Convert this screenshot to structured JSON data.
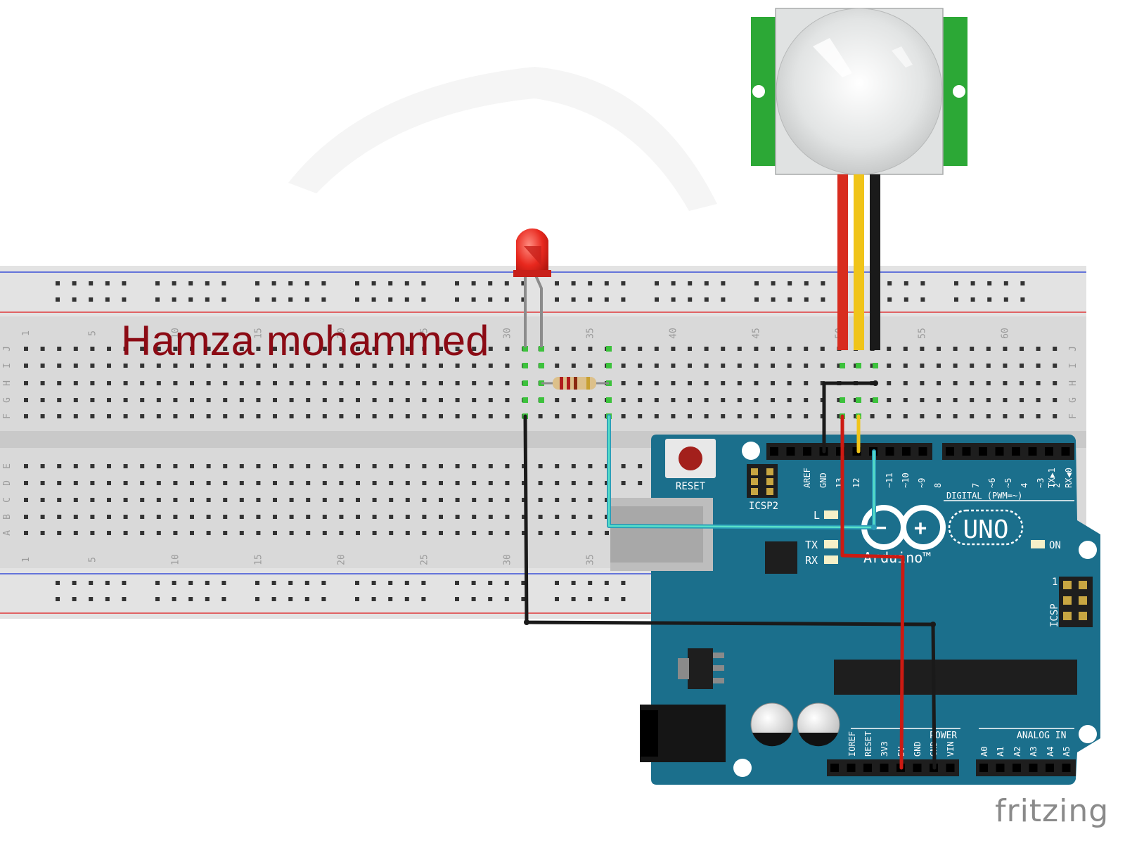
{
  "author_label": "Hamza mohammed",
  "brand": "fritzing",
  "breadboard": {
    "row_letters_top": [
      "J",
      "I",
      "H",
      "G",
      "F"
    ],
    "row_letters_bottom": [
      "E",
      "D",
      "C",
      "B",
      "A"
    ],
    "column_numbers": [
      "1",
      "5",
      "10",
      "15",
      "20",
      "25",
      "30",
      "35",
      "40",
      "45",
      "50",
      "55",
      "60"
    ]
  },
  "arduino": {
    "reset_label": "RESET",
    "icsp2_label": "ICSP2",
    "digital_pins": [
      "AREF",
      "GND",
      "13",
      "12",
      "~11",
      "~10",
      "~9",
      "8",
      "7",
      "~6",
      "~5",
      "4",
      "~3",
      "2",
      "TX▶1",
      "RX◀0"
    ],
    "digital_label": "DIGITAL (PWM=~)",
    "l_label": "L",
    "tx_label": "TX",
    "rx_label": "RX",
    "on_label": "ON",
    "model": "UNO",
    "brand": "Arduino™",
    "icsp_label": "ICSP",
    "icsp_pin1": "1",
    "power_pins": [
      "IOREF",
      "RESET",
      "3V3",
      "5V",
      "GND",
      "GND",
      "VIN"
    ],
    "power_label": "POWER",
    "analog_pins": [
      "A0",
      "A1",
      "A2",
      "A3",
      "A4",
      "A5"
    ],
    "analog_label": "ANALOG IN"
  },
  "colors": {
    "board_teal": "#1b6f8c",
    "wire_red": "#d82c1f",
    "wire_yellow": "#f0c419",
    "wire_black": "#1a1a1a",
    "wire_cyan": "#3ec0d8",
    "pir_green": "#2ca836",
    "led_red": "#e8281e"
  }
}
